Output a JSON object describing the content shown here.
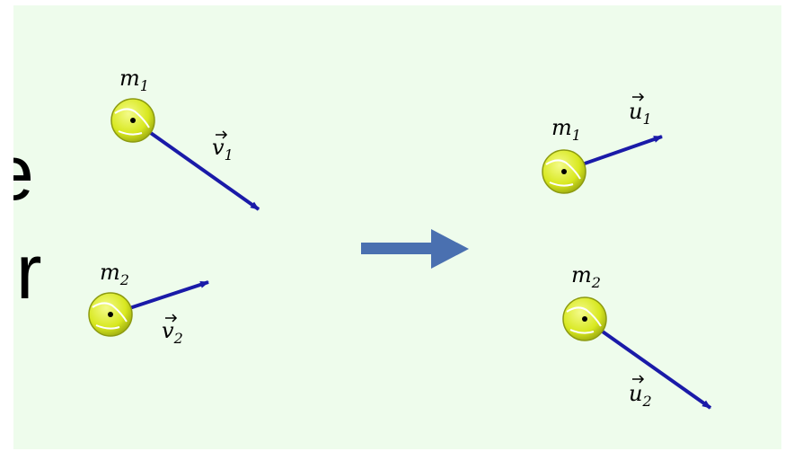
{
  "background_text": {
    "fragment_1": "e",
    "fragment_2": "or"
  },
  "before": {
    "mass_1": "m",
    "mass_1_sub": "1",
    "velocity_1": "v",
    "velocity_1_sub": "1",
    "mass_2": "m",
    "mass_2_sub": "2",
    "velocity_2": "v",
    "velocity_2_sub": "2"
  },
  "after": {
    "mass_1": "m",
    "mass_1_sub": "1",
    "velocity_1": "u",
    "velocity_1_sub": "1",
    "mass_2": "m",
    "mass_2_sub": "2",
    "velocity_2": "u",
    "velocity_2_sub": "2"
  },
  "colors": {
    "panel": "#eefcec",
    "vector": "#1a1aa8",
    "ball": "#d8e820",
    "transition_arrow": "#4a70b0"
  },
  "icons": {
    "ball": "tennis-ball-icon",
    "transition": "right-arrow-icon"
  }
}
